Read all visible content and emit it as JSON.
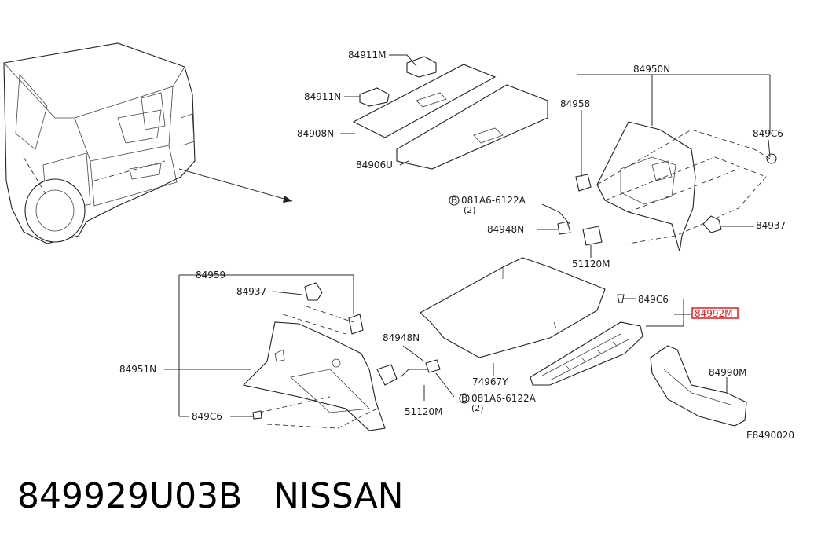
{
  "colors": {
    "highlight": "#e8191d",
    "line": "#222222",
    "background": "#ffffff"
  },
  "labels": {
    "p84911M": "84911M",
    "p84911N": "84911N",
    "p84908N": "84908N",
    "p84906U": "84906U",
    "p84950N": "84950N",
    "p84958": "84958",
    "p849C6_top": "849C6",
    "p081A6_top": "081A6-6122A",
    "p081A6_top_qty": "(2)",
    "p84948N_top": "84948N",
    "p84937_right": "84937",
    "p51120M_top": "51120M",
    "p84959": "84959",
    "p84937_left": "84937",
    "p84951N": "84951N",
    "p849C6_bottom": "849C6",
    "p84948N_mid": "84948N",
    "p51120M_bottom": "51120M",
    "p081A6_bottom": "081A6-6122A",
    "p081A6_bottom_qty": "(2)",
    "p74967Y": "74967Y",
    "p849C6_mid": "849C6",
    "p84992M": "84992M",
    "p84990M": "84990M",
    "diagram_code": "E8490020",
    "bolt_mark": "B"
  },
  "footer": {
    "part_number": "849929U03B",
    "brand": "NISSAN"
  }
}
